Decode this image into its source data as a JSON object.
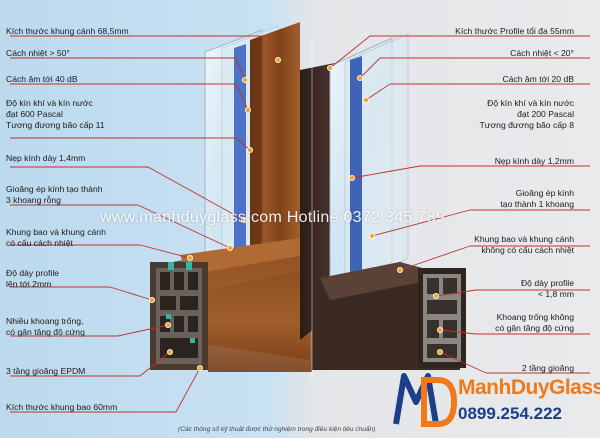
{
  "left_labels": [
    "Kích thước khung cánh 68,5mm",
    "Cách nhiệt > 50°",
    "Cách âm tới 40 dB",
    "Độ kín khí và kín nước\nđạt 600 Pascal\nTương đương bão cấp 11",
    "Nẹp kính dày 1,4mm",
    "Gioăng ép kính tạo thành\n3 khoang rỗng",
    "Khung bao và khung cánh\ncó cấu cách nhiệt",
    "Độ dày profile\nlên tới 2mm",
    "Nhiều khoang trống,\ncó gân tăng độ cứng",
    "3 tầng gioăng EPDM",
    "Kích thước khung bao 60mm"
  ],
  "right_labels": [
    "Kích thước Profile tối đa 55mm",
    "Cách nhiệt < 20°",
    "Cách âm tới 20 dB",
    "Độ kín khí và kín nước\nđạt 200 Pascal\nTương đương bão cấp 8",
    "Nẹp kính dày 1,2mm",
    "Gioăng ép kính\ntạo thành 1 khoang",
    "Khung bao và khung cánh\nkhông có cấu cách nhiệt",
    "Độ dày profile\n< 1,8 mm",
    "Khoang trống không\ncó gân tăng độ cứng",
    "2 tầng gioăng"
  ],
  "watermark": "www.manhduyglass.com    Hotline  0372 345 789",
  "footnote": "(Các thông số kỹ thuật được thử nghiệm trong điều kiện tiêu chuẩn)",
  "brand": {
    "name": "ManhDuyGlass",
    "phone": "0899.254.222"
  },
  "colors": {
    "leader": "#c0322a",
    "dot": "#f5a623",
    "wood": "#8a4a1e",
    "dark": "#3e2a20",
    "brand_orange": "#f07a1a",
    "brand_blue": "#1c3f8a"
  }
}
